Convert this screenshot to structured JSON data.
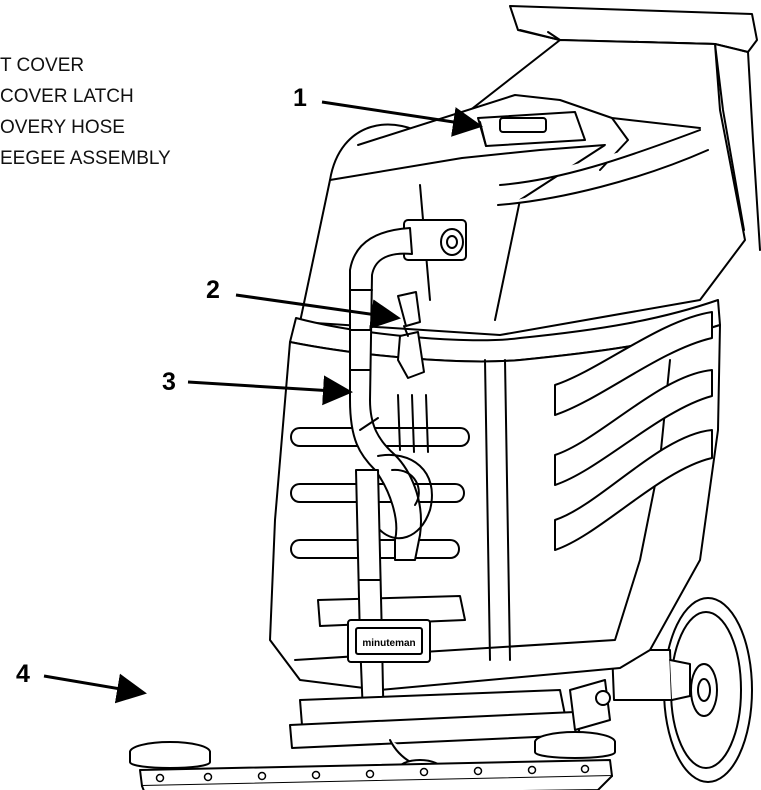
{
  "legend": {
    "items": [
      {
        "text": "T COVER"
      },
      {
        "text": "COVER LATCH"
      },
      {
        "text": "OVERY HOSE"
      },
      {
        "text": "EEGEE ASSEMBLY"
      }
    ]
  },
  "callouts": [
    {
      "label": "1"
    },
    {
      "label": "2"
    },
    {
      "label": "3"
    },
    {
      "label": "4"
    }
  ],
  "machine": {
    "brand_plate": "minuteman"
  },
  "colors": {
    "line": "#000000",
    "fill": "#ffffff"
  }
}
